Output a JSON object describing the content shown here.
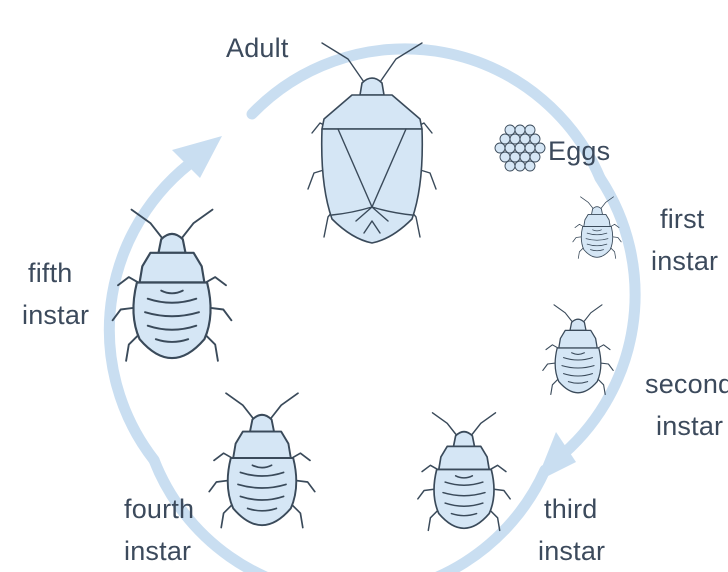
{
  "stages": [
    {
      "id": "adult",
      "lines": [
        "Adult"
      ]
    },
    {
      "id": "eggs",
      "lines": [
        "Eggs"
      ]
    },
    {
      "id": "first",
      "lines": [
        "first",
        "instar"
      ]
    },
    {
      "id": "second",
      "lines": [
        "second",
        "instar"
      ]
    },
    {
      "id": "third",
      "lines": [
        "third",
        "instar"
      ]
    },
    {
      "id": "fourth",
      "lines": [
        "fourth",
        "instar"
      ]
    },
    {
      "id": "fifth",
      "lines": [
        "fifth",
        "instar"
      ]
    }
  ],
  "colors": {
    "cycle_arrow": "#c9def1",
    "body_fill": "#d5e6f5",
    "outline": "#3a4a5a",
    "label_text": "#3c4a5c"
  }
}
